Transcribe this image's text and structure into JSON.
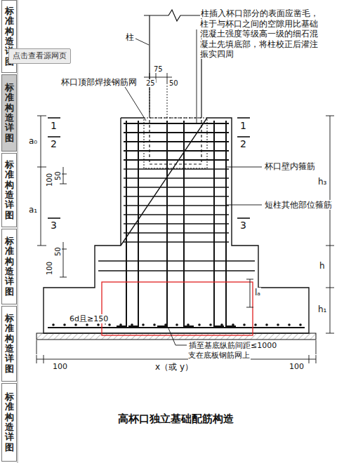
{
  "diagram": {
    "title": "高杯口独立基础配筋构造",
    "nodes": [
      {
        "text": [
          "标准构造详图"
        ]
      },
      {
        "text": [
          "标准构造详图"
        ]
      },
      {
        "text": [
          "标准构造详图"
        ]
      },
      {
        "text": [
          "标准构造详图"
        ]
      },
      {
        "text": [
          "标准构造详图"
        ]
      },
      {
        "text": [
          "标准构造详图"
        ]
      },
      {
        "text": [
          "点击查看源网页"
        ]
      }
    ],
    "labels": [
      "柱",
      "柱插入杯口部分的表面应凿毛，柱于与杯口之间的空隙用比基础混凝土强度等级高一级的细石混凝土先填底部，将柱校正后灌注振实四周",
      "杯口顶部焊接钢筋网",
      "75",
      "25",
      "50",
      "1",
      "2",
      "1",
      "2",
      "a₀",
      "50",
      "100",
      "杯口壁内箍筋",
      "h₃",
      "短柱其他部位箍筋",
      "3",
      "3",
      "a₁",
      "50",
      "100",
      "lₐ",
      "h",
      "h₁",
      "6d且≥150",
      "插至基底纵筋间距≤1000 支在底板钢筋网上",
      "100",
      "x（或 y）",
      "100"
    ]
  }
}
